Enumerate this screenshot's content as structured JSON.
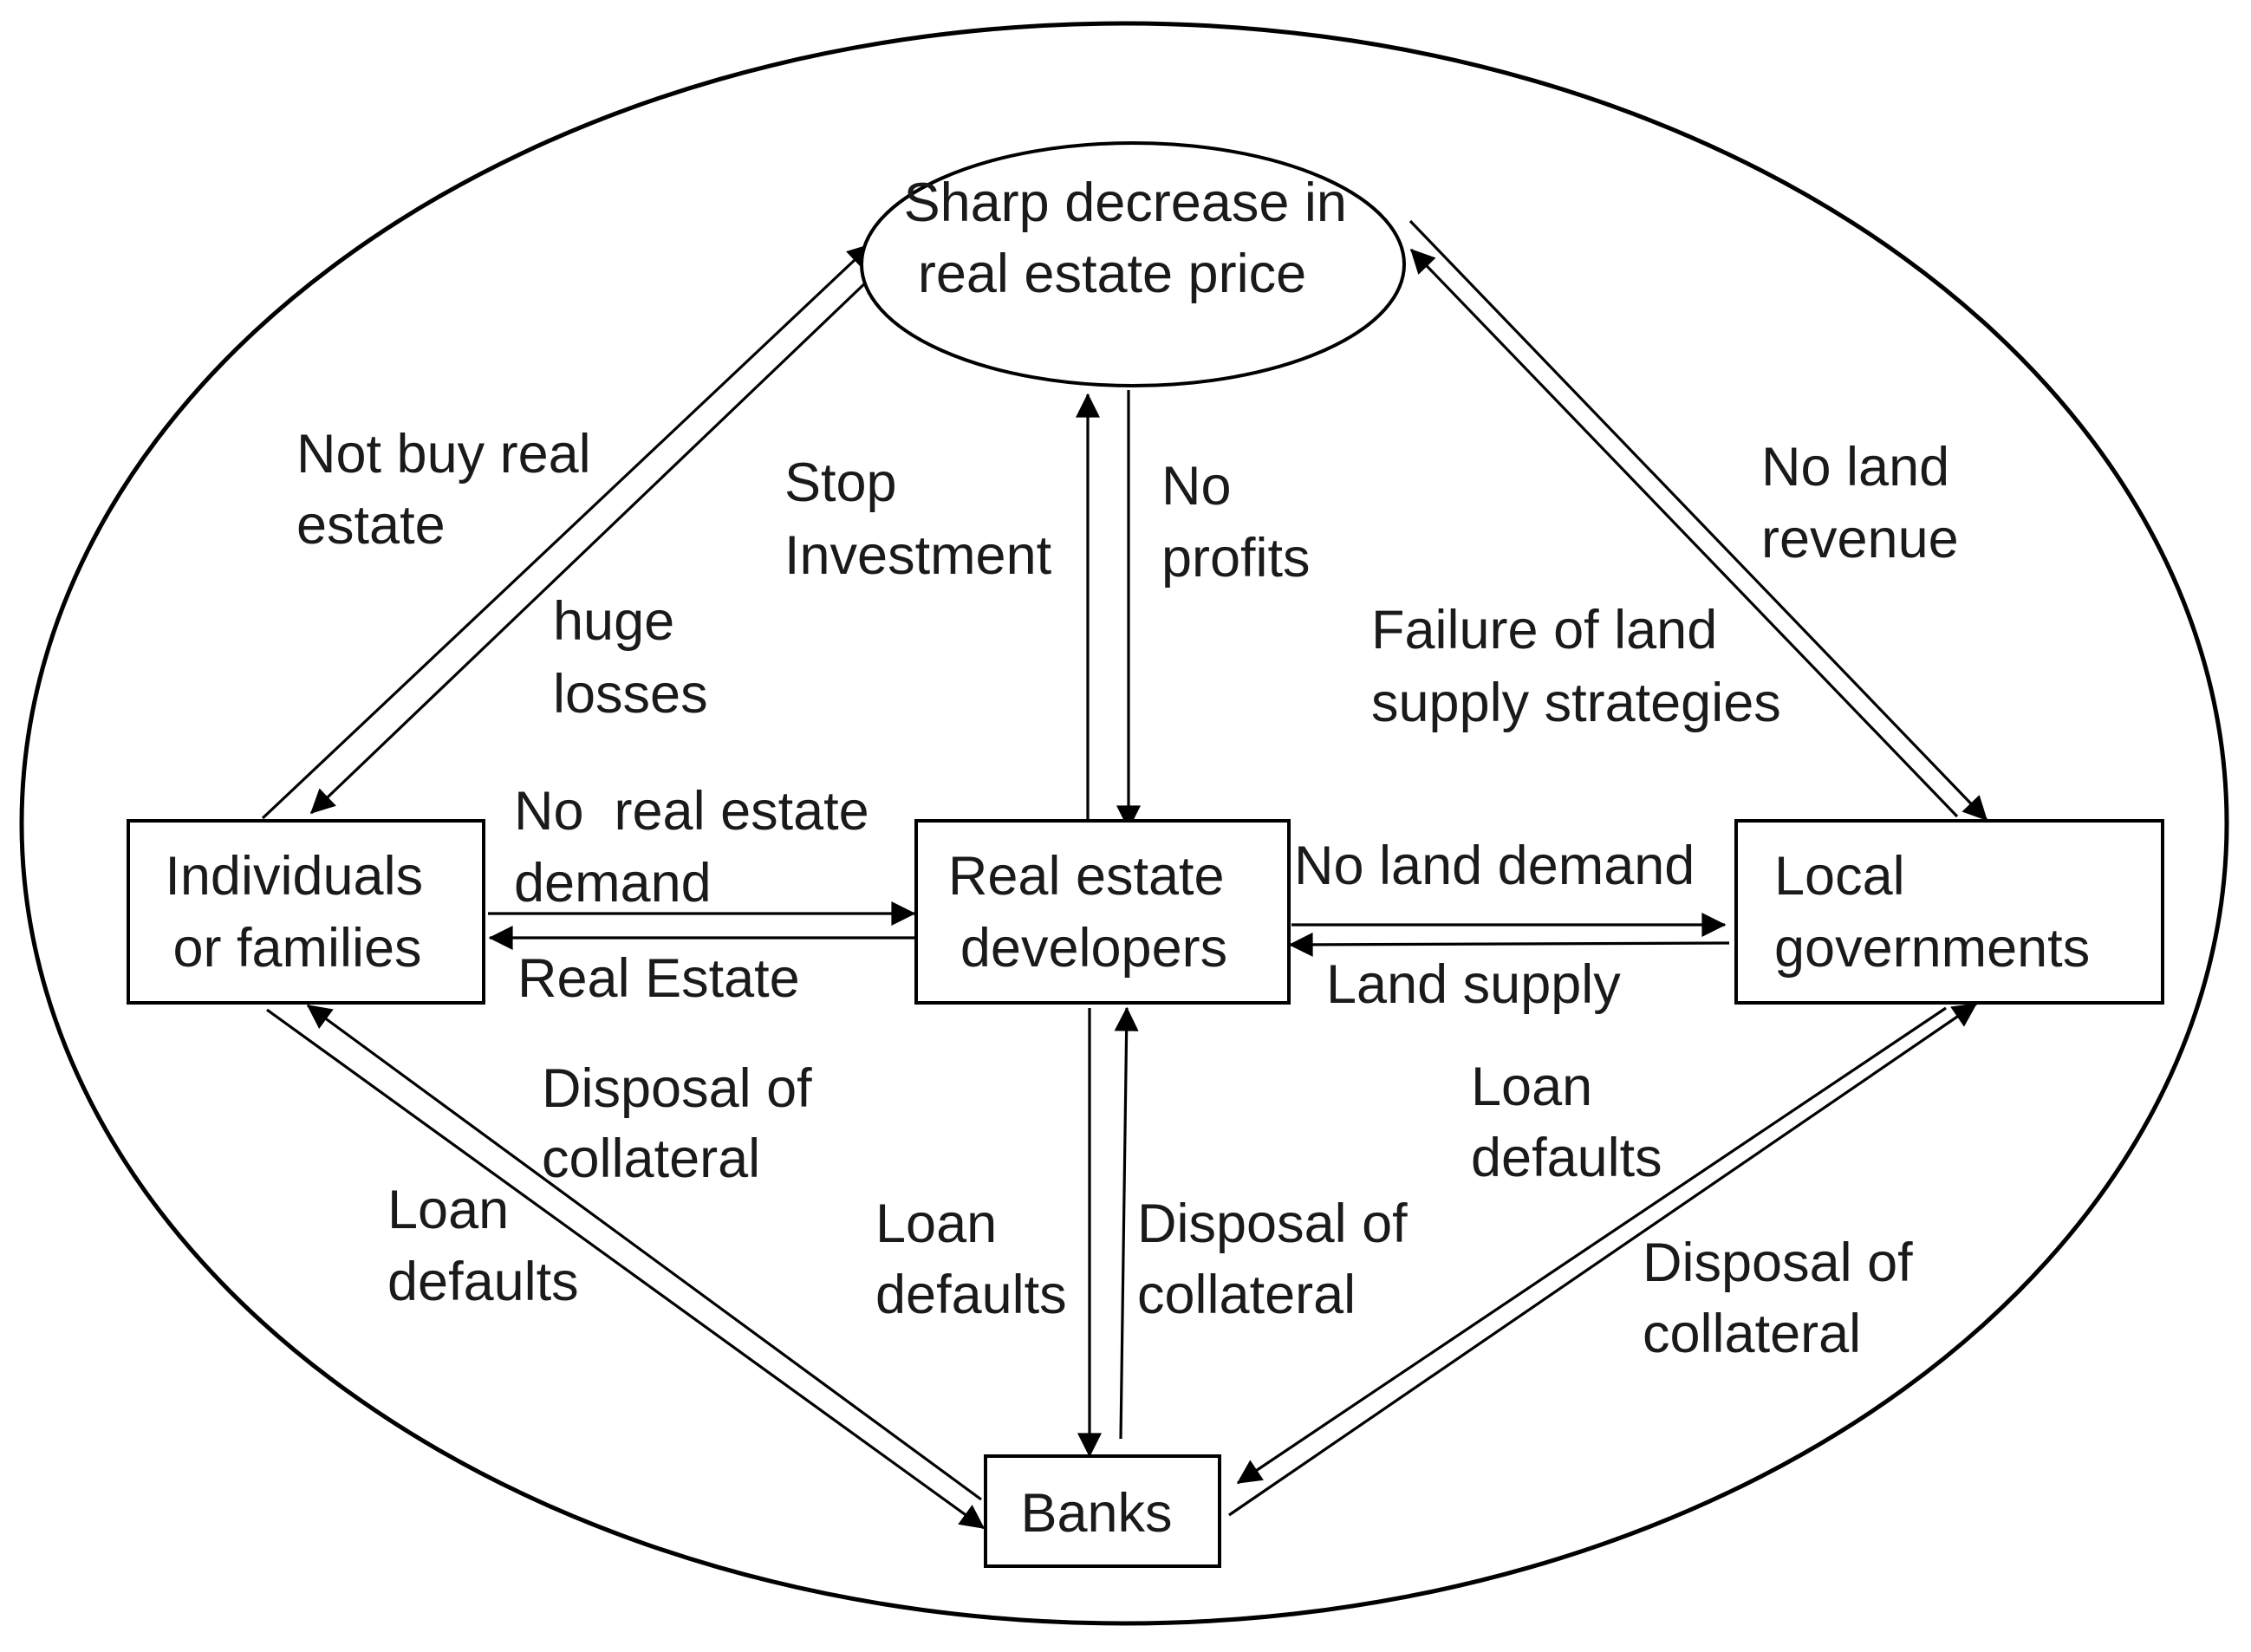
{
  "nodes": {
    "price": {
      "lines": [
        "Sharp decrease in",
        "real estate price"
      ]
    },
    "individuals": {
      "lines": [
        "Individuals",
        "or families"
      ]
    },
    "developers": {
      "lines": [
        "Real estate",
        "developers"
      ]
    },
    "governments": {
      "lines": [
        "Local",
        "governments"
      ]
    },
    "banks": {
      "lines": [
        "Banks"
      ]
    }
  },
  "edges": {
    "ind_to_price": {
      "lines": [
        "Not buy real",
        "estate"
      ]
    },
    "price_to_ind": {
      "lines": [
        "huge",
        "losses"
      ]
    },
    "dev_to_price": {
      "lines": [
        "Stop",
        "Investment"
      ]
    },
    "price_to_dev": {
      "lines": [
        "No",
        "profits"
      ]
    },
    "gov_to_price": {
      "lines": [
        "No land",
        "revenue"
      ]
    },
    "price_to_gov": {
      "lines": [
        "Failure of land",
        "supply strategies"
      ]
    },
    "ind_to_dev": {
      "lines": [
        "No  real estate",
        "demand"
      ]
    },
    "dev_to_ind": {
      "lines": [
        "Real Estate"
      ]
    },
    "dev_to_gov": {
      "lines": [
        "No land demand"
      ]
    },
    "gov_to_dev": {
      "lines": [
        "Land supply"
      ]
    },
    "banks_to_ind": {
      "lines": [
        "Disposal of",
        "collateral"
      ]
    },
    "ind_to_banks": {
      "lines": [
        "Loan",
        "defaults"
      ]
    },
    "dev_to_banks": {
      "lines": [
        "Loan",
        "defaults"
      ]
    },
    "banks_to_dev": {
      "lines": [
        "Disposal of",
        "collateral"
      ]
    },
    "gov_to_banks": {
      "lines": [
        "Loan",
        "defaults"
      ]
    },
    "banks_to_gov": {
      "lines": [
        "Disposal of",
        "collateral"
      ]
    }
  }
}
